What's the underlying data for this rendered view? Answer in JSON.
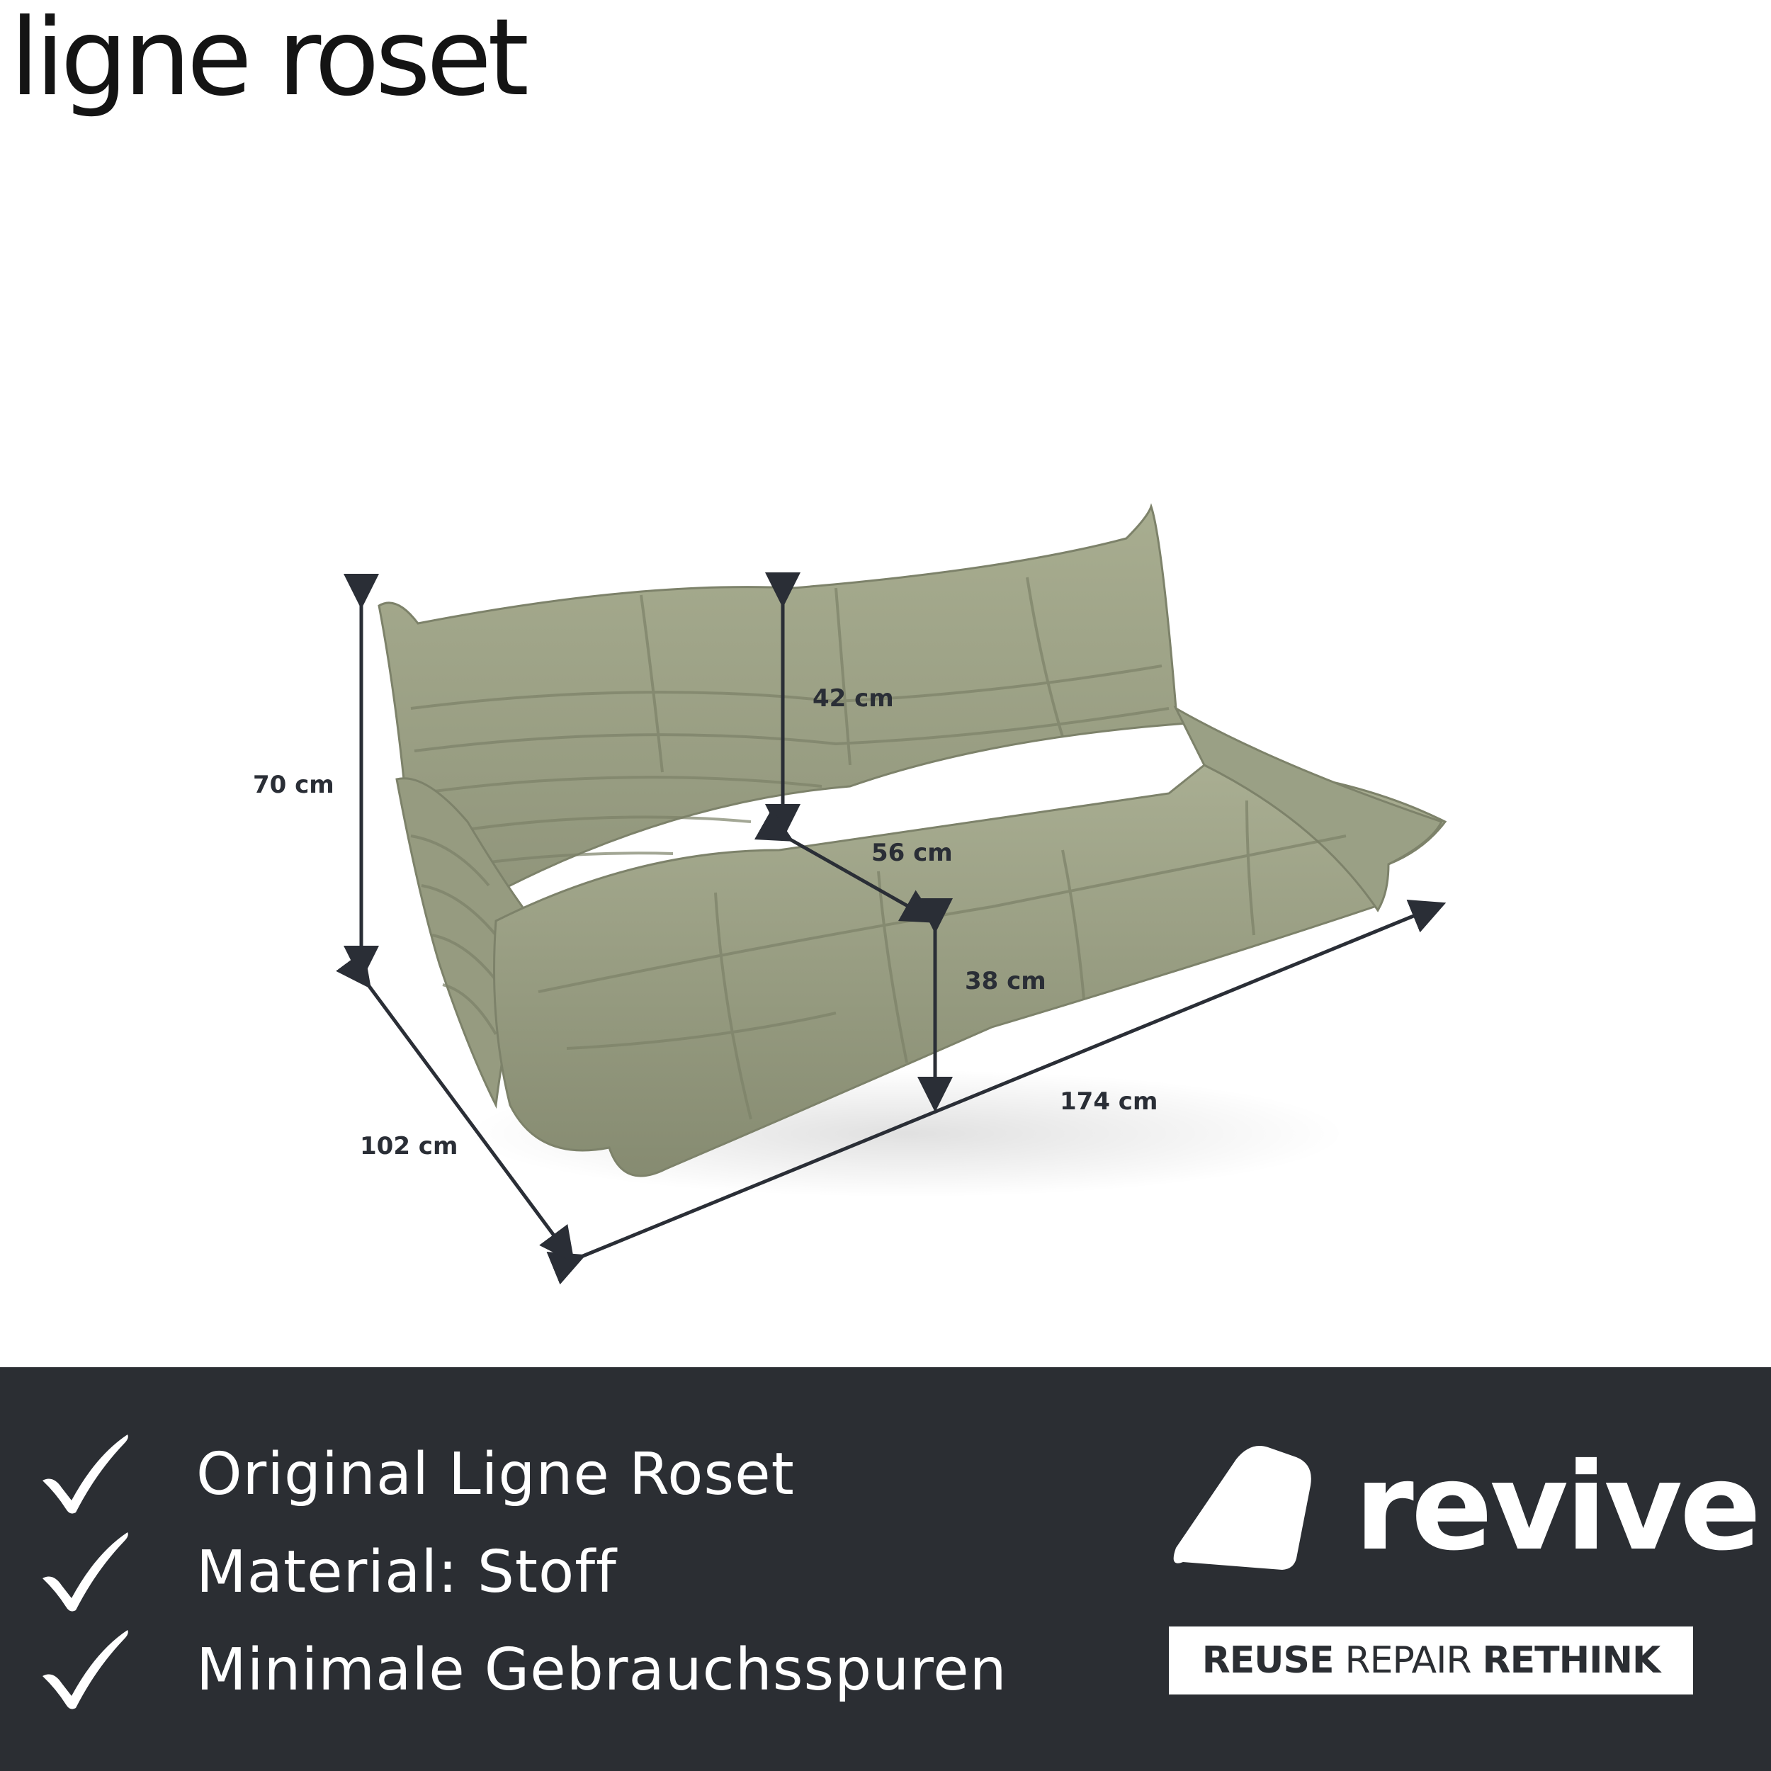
{
  "header": {
    "brand": "ligne roset"
  },
  "dimensions": {
    "height_total": "70 cm",
    "backrest_height": "42 cm",
    "seat_depth": "56 cm",
    "seat_height": "38 cm",
    "width": "174 cm",
    "depth": "102 cm"
  },
  "footer": {
    "features": [
      {
        "text": "Original Ligne Roset",
        "icon": "check-icon"
      },
      {
        "text": "Material: Stoff",
        "icon": "check-icon"
      },
      {
        "text": "Minimale Gebrauchsspuren",
        "icon": "check-icon"
      }
    ],
    "logo": {
      "word": "revive",
      "tagline": {
        "part1": "REUSE",
        "part2": "REPAIR",
        "part3": "RETHINK"
      }
    }
  },
  "colors": {
    "footer_bg": "#2b2e33",
    "sofa": "#a3a98a",
    "dimension_lines": "#2a2e36"
  }
}
